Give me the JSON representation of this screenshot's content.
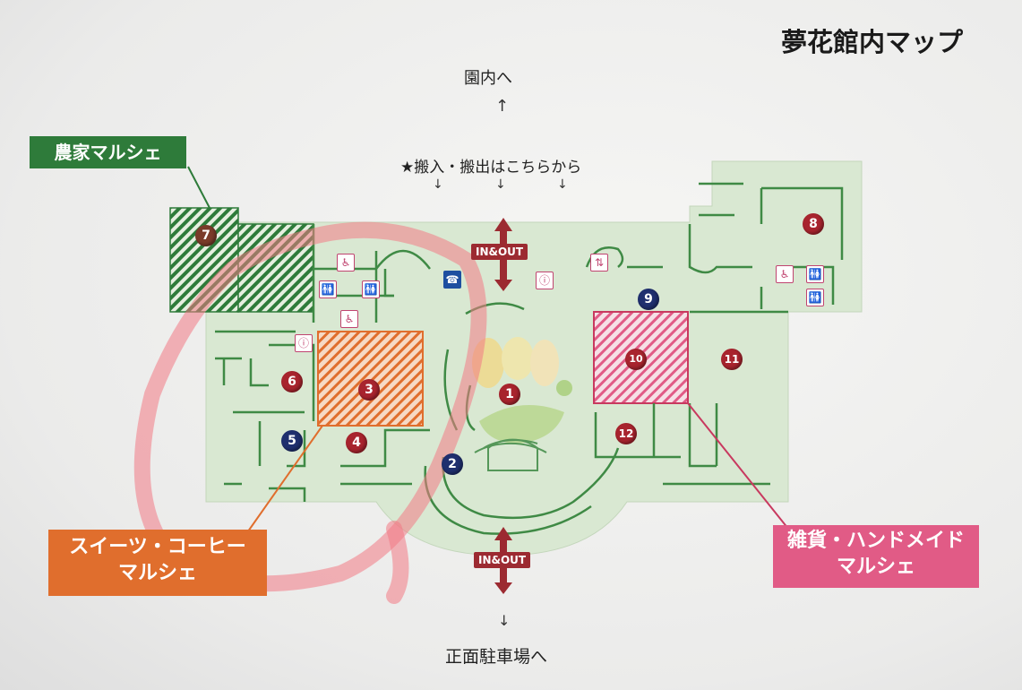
{
  "title": "夢花館内マップ",
  "nav": {
    "to_park": "園内へ",
    "loading": "★搬入・搬出はこちらから",
    "to_parking": "正面駐車場へ",
    "up_arrow": "↑",
    "down_arrow": "↓"
  },
  "entrances": {
    "top": "IN&OUT",
    "bottom": "IN&OUT"
  },
  "callouts": {
    "farm": "農家マルシェ",
    "sweets_line1": "スイーツ・コーヒー",
    "sweets_line2": "マルシェ",
    "goods_line1": "雑貨・ハンドメイド",
    "goods_line2": "マルシェ"
  },
  "markers": {
    "m1": "1",
    "m2": "2",
    "m4": "4",
    "m5": "5",
    "m6": "6",
    "m7": "7",
    "m8": "8",
    "m9": "9",
    "m10": "10",
    "m11": "11",
    "m12": "12",
    "m3": "3"
  },
  "icons": {
    "wheelchair": "♿",
    "restroom": "🚻",
    "phone": "☎",
    "elevator": "⇅",
    "info": "ⓘ"
  },
  "colors": {
    "floor": "#d9e8d2",
    "walls": "#3f8a45",
    "farm_zone": "#2e7b3a",
    "sweets_zone": "#e06e2d",
    "goods_zone": "#e15b86",
    "highlight_circle": "#f27a85"
  }
}
